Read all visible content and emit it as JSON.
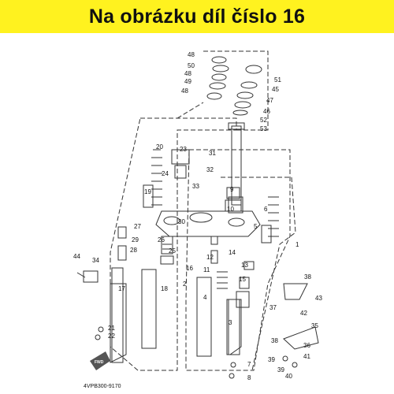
{
  "header": {
    "title": "Na obrázku díl číslo 16",
    "background_color": "#fff21f"
  },
  "diagram": {
    "code": "4VPB300-9170",
    "fwd_label": "FWD",
    "callouts": {
      "c48a": "48",
      "c50": "50",
      "c48b": "48",
      "c49": "49",
      "c48c": "48",
      "c51": "51",
      "c45": "45",
      "c47": "47",
      "c46": "46",
      "c52": "52",
      "c53": "53",
      "c20": "20",
      "c23": "23",
      "c31": "31",
      "c24": "24",
      "c32": "32",
      "c33": "33",
      "c19": "19",
      "c9": "9",
      "c6": "6",
      "c10": "10",
      "c27": "27",
      "c30": "30",
      "c29": "29",
      "c28": "28",
      "c26": "26",
      "c25": "25",
      "c5": "5",
      "c1": "1",
      "c44": "44",
      "c34": "34",
      "c16": "16",
      "c12": "12",
      "c14": "14",
      "c11": "11",
      "c13": "13",
      "c2": "2",
      "c15": "15",
      "c38a": "38",
      "c17": "17",
      "c18": "18",
      "c4": "4",
      "c37": "37",
      "c43": "43",
      "c42": "42",
      "c21": "21",
      "c22": "22",
      "c3": "3",
      "c35": "35",
      "c38b": "38",
      "c36": "36",
      "c41": "41",
      "c39a": "39",
      "c39b": "39",
      "c40": "40",
      "c7": "7",
      "c8": "8"
    }
  }
}
